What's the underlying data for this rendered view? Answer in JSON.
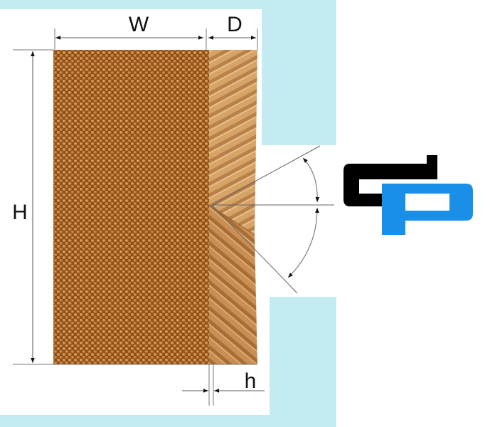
{
  "diagram": {
    "labels": {
      "width": "W",
      "depth": "D",
      "height": "H",
      "flute_height": "h"
    },
    "logo": {
      "text": "cP",
      "colors": {
        "c": "#000000",
        "P": "#1a8fe8"
      }
    },
    "colors": {
      "background_panel": "#c4eaf2",
      "pad_front": "#b8783a",
      "pad_side": "#d9a56b"
    }
  }
}
